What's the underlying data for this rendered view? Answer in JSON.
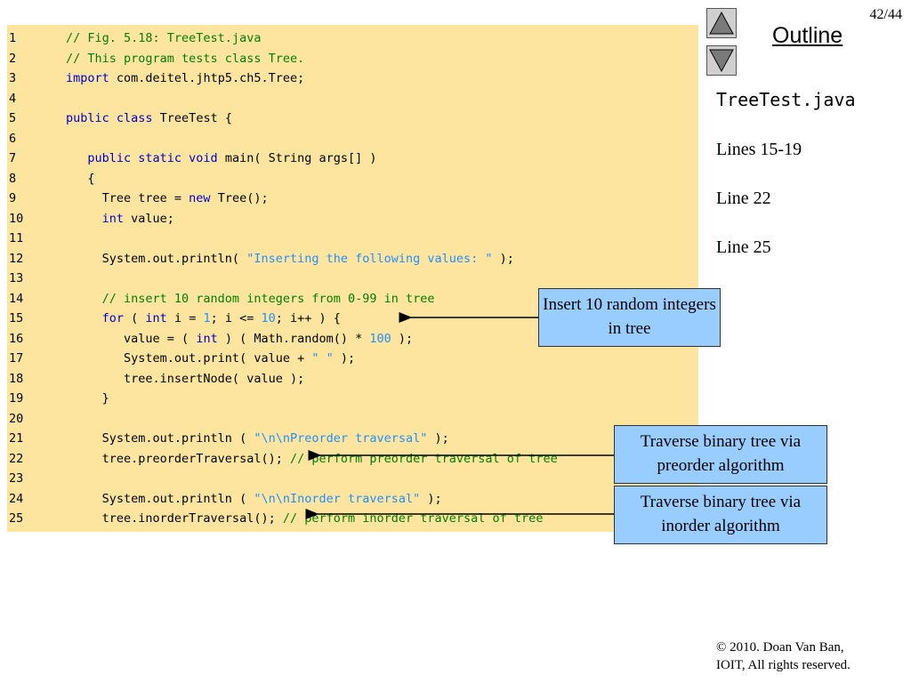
{
  "page_number": "42/44",
  "outline_title": "Outline",
  "side": {
    "filename": "TreeTest.java",
    "refs": [
      "Lines 15-19",
      "Line 22",
      "Line 25"
    ]
  },
  "code_lines": [
    {
      "n": "1",
      "parts": [
        {
          "t": "// Fig. 5.18: TreeTest.java",
          "c": "cm"
        }
      ]
    },
    {
      "n": "2",
      "parts": [
        {
          "t": "// This program tests class Tree.",
          "c": "cm"
        }
      ]
    },
    {
      "n": "3",
      "parts": [
        {
          "t": "import",
          "c": "kw"
        },
        {
          "t": " com.deitel.jhtp5.ch5.Tree;",
          "c": ""
        }
      ]
    },
    {
      "n": "4",
      "parts": []
    },
    {
      "n": "5",
      "parts": [
        {
          "t": "public class",
          "c": "kw"
        },
        {
          "t": " TreeTest {",
          "c": ""
        }
      ]
    },
    {
      "n": "6",
      "parts": []
    },
    {
      "n": "7",
      "parts": [
        {
          "t": "   ",
          "c": ""
        },
        {
          "t": "public static void",
          "c": "kw"
        },
        {
          "t": " main( String args[] )",
          "c": ""
        }
      ]
    },
    {
      "n": "8",
      "parts": [
        {
          "t": "   {",
          "c": ""
        }
      ]
    },
    {
      "n": "9",
      "parts": [
        {
          "t": "     Tree tree = ",
          "c": ""
        },
        {
          "t": "new",
          "c": "kw"
        },
        {
          "t": " Tree();",
          "c": ""
        }
      ]
    },
    {
      "n": "10",
      "parts": [
        {
          "t": "     ",
          "c": ""
        },
        {
          "t": "int",
          "c": "kw"
        },
        {
          "t": " value;",
          "c": ""
        }
      ]
    },
    {
      "n": "11",
      "parts": []
    },
    {
      "n": "12",
      "parts": [
        {
          "t": "     System.out.println( ",
          "c": ""
        },
        {
          "t": "\"Inserting the following values: \"",
          "c": "str"
        },
        {
          "t": " );",
          "c": ""
        }
      ]
    },
    {
      "n": "13",
      "parts": []
    },
    {
      "n": "14",
      "parts": [
        {
          "t": "     // insert 10 random integers from 0-99 in tree",
          "c": "cm"
        }
      ]
    },
    {
      "n": "15",
      "parts": [
        {
          "t": "     ",
          "c": ""
        },
        {
          "t": "for",
          "c": "kw"
        },
        {
          "t": " ( ",
          "c": ""
        },
        {
          "t": "int",
          "c": "kw"
        },
        {
          "t": " i = ",
          "c": ""
        },
        {
          "t": "1",
          "c": "num"
        },
        {
          "t": "; i <= ",
          "c": ""
        },
        {
          "t": "10",
          "c": "num"
        },
        {
          "t": "; i++ ) {",
          "c": ""
        }
      ]
    },
    {
      "n": "16",
      "parts": [
        {
          "t": "        value = ( ",
          "c": ""
        },
        {
          "t": "int",
          "c": "kw"
        },
        {
          "t": " ) ( Math.random() * ",
          "c": ""
        },
        {
          "t": "100",
          "c": "num"
        },
        {
          "t": " );",
          "c": ""
        }
      ]
    },
    {
      "n": "17",
      "parts": [
        {
          "t": "        System.out.print( value + ",
          "c": ""
        },
        {
          "t": "\" \"",
          "c": "str"
        },
        {
          "t": " );",
          "c": ""
        }
      ]
    },
    {
      "n": "18",
      "parts": [
        {
          "t": "        tree.insertNode( value );",
          "c": ""
        }
      ]
    },
    {
      "n": "19",
      "parts": [
        {
          "t": "     }",
          "c": ""
        }
      ]
    },
    {
      "n": "20",
      "parts": []
    },
    {
      "n": "21",
      "parts": [
        {
          "t": "     System.out.println ( ",
          "c": ""
        },
        {
          "t": "\"\\n\\nPreorder traversal\"",
          "c": "str"
        },
        {
          "t": " );",
          "c": ""
        }
      ]
    },
    {
      "n": "22",
      "parts": [
        {
          "t": "     tree.preorderTraversal(); ",
          "c": ""
        },
        {
          "t": "// perform preorder traversal of tree",
          "c": "cm"
        }
      ]
    },
    {
      "n": "23",
      "parts": []
    },
    {
      "n": "24",
      "parts": [
        {
          "t": "     System.out.println ( ",
          "c": ""
        },
        {
          "t": "\"\\n\\nInorder traversal\"",
          "c": "str"
        },
        {
          "t": " );",
          "c": ""
        }
      ]
    },
    {
      "n": "25",
      "parts": [
        {
          "t": "     tree.inorderTraversal(); ",
          "c": ""
        },
        {
          "t": "// perform inorder traversal of tree",
          "c": "cm"
        }
      ]
    }
  ],
  "callouts": {
    "insert": "Insert 10 random integers in tree",
    "preorder": "Traverse binary tree via preorder algorithm",
    "inorder": "Traverse binary tree via inorder algorithm"
  },
  "footer": {
    "line1": "© 2010.  Doan Van Ban,",
    "line2": "IOIT, All rights reserved."
  },
  "colors": {
    "code_background": "#fde5a0",
    "callout_background": "#99ccff",
    "keyword": "#0000cc",
    "comment": "#008000",
    "string": "#1e90ff"
  },
  "icons": {
    "previous": "triangle-up-icon",
    "next": "triangle-down-icon"
  }
}
